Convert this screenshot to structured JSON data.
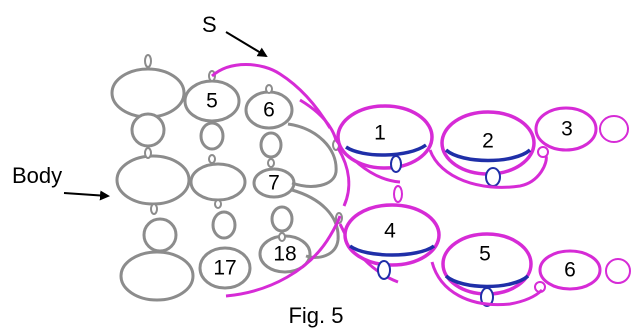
{
  "labels": {
    "s": "S",
    "body": "Body",
    "caption": "Fig. 5"
  },
  "bead_numbers": {
    "body_5": "5",
    "body_6": "6",
    "body_7": "7",
    "body_17": "17",
    "body_18": "18",
    "leg_1": "1",
    "leg_2": "2",
    "leg_3": "3",
    "leg_4": "4",
    "leg_5": "5",
    "leg_6": "6"
  },
  "colors": {
    "body_bead": "#8c8c8c",
    "leg_thread": "#d62bd6",
    "inner_arc": "#1f2fa8",
    "arrow": "#000000"
  }
}
